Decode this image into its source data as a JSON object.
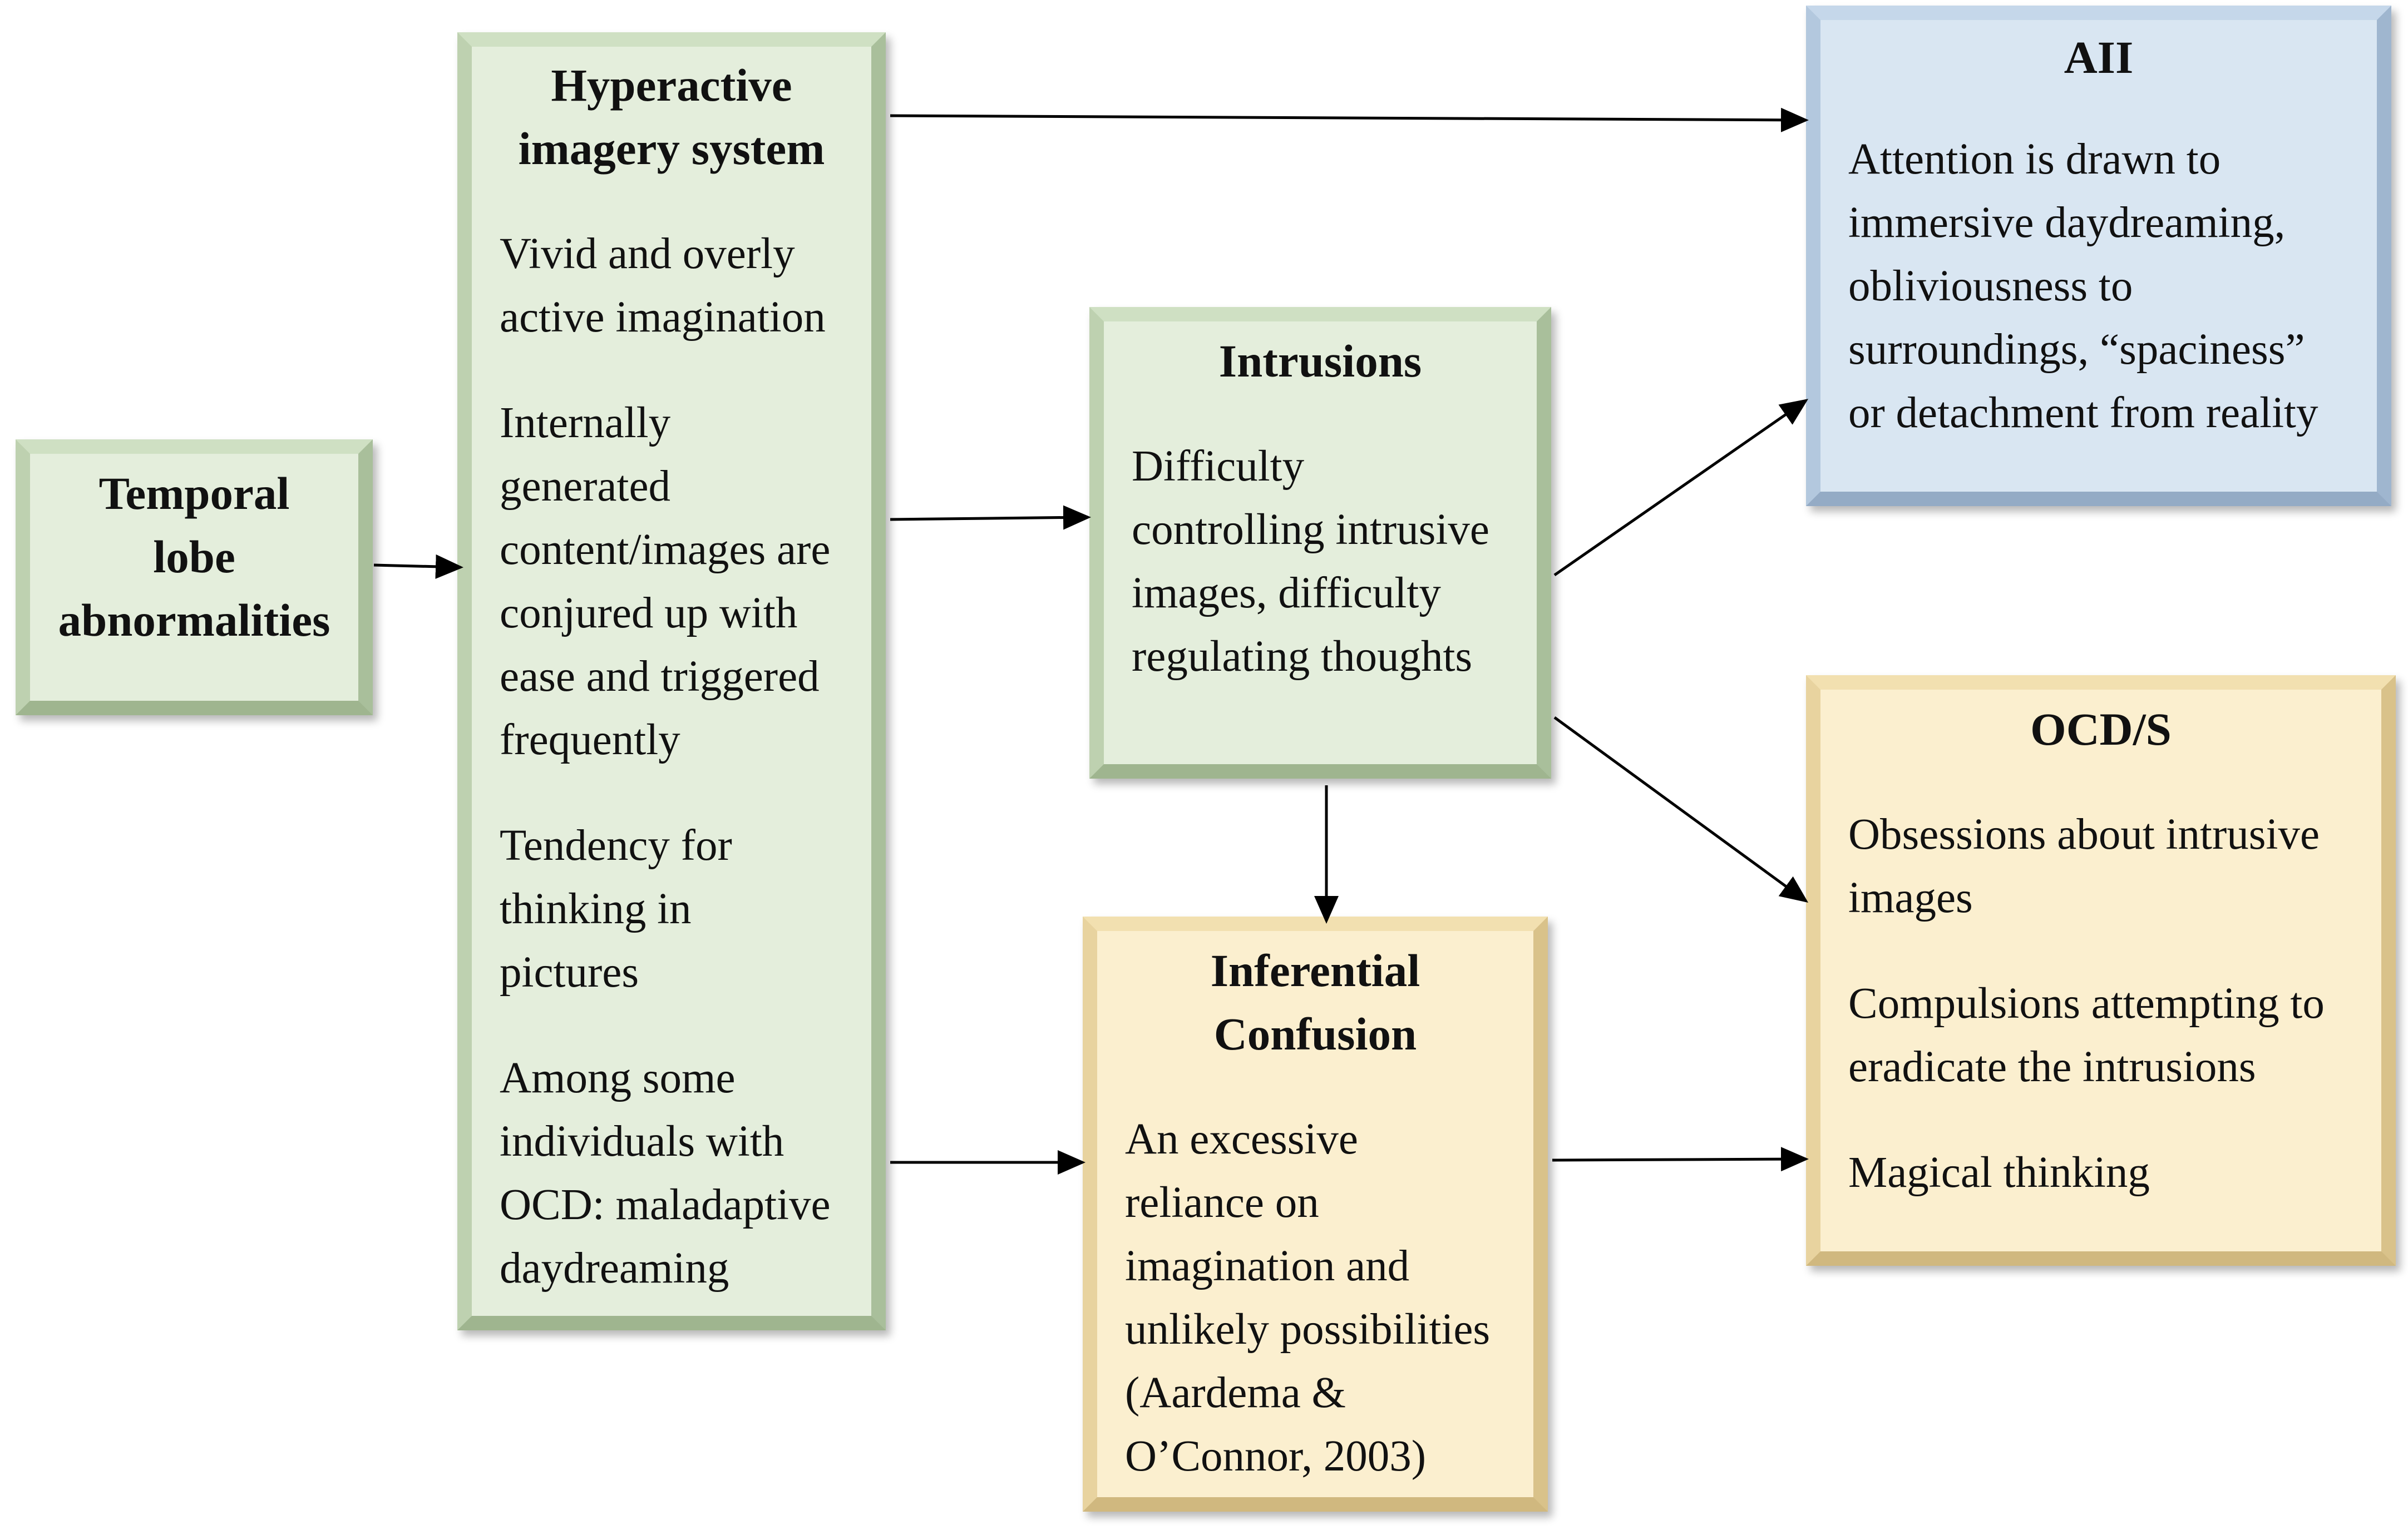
{
  "nodes": {
    "temporal": {
      "title_lines": [
        "Temporal",
        "lobe",
        "abnormalities"
      ]
    },
    "hyperactive": {
      "title_lines": [
        "Hyperactive",
        "imagery system"
      ],
      "items": [
        [
          "Vivid and overly",
          "active imagination"
        ],
        [
          "Internally",
          "generated",
          "content/images are",
          "conjured up with",
          "ease and triggered",
          "frequently"
        ],
        [
          "Tendency for",
          "thinking in",
          "pictures"
        ],
        [
          "Among some",
          "individuals with",
          "OCD: maladaptive",
          "daydreaming"
        ]
      ]
    },
    "intrusions": {
      "title": "Intrusions",
      "lines": [
        "Difficulty",
        "controlling intrusive",
        "images, difficulty",
        "regulating thoughts"
      ]
    },
    "inferential": {
      "title_lines": [
        "Inferential",
        "Confusion"
      ],
      "lines": [
        "An excessive",
        "reliance on",
        "imagination and",
        "unlikely possibilities",
        "(Aardema &",
        "O’Connor, 2003)"
      ]
    },
    "aii": {
      "title": "AII",
      "lines": [
        "Attention is drawn to",
        "immersive daydreaming,",
        "obliviousness to",
        "surroundings, “spaciness”",
        "or detachment from reality"
      ]
    },
    "ocds": {
      "title": "OCD/S",
      "items": [
        [
          "Obsessions about intrusive",
          "images"
        ],
        [
          "Compulsions attempting to",
          "eradicate the intrusions"
        ],
        [
          "Magical thinking"
        ]
      ]
    }
  },
  "colors": {
    "green": "#e4eedc",
    "blue": "#d9e6f2",
    "yellow": "#fbefcf",
    "arrow": "#000000"
  }
}
